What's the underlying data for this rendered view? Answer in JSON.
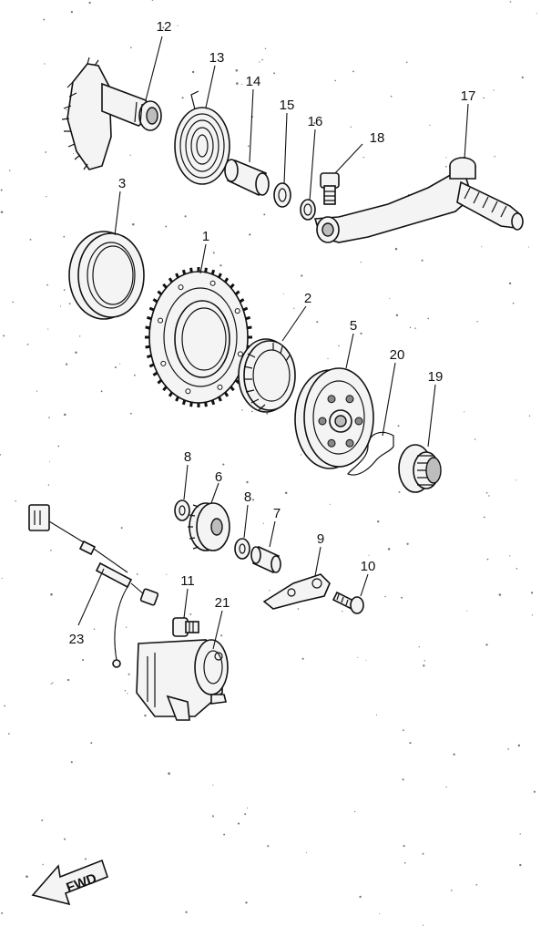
{
  "diagram": {
    "callouts": [
      {
        "id": "c12",
        "text": "12"
      },
      {
        "id": "c13",
        "text": "13"
      },
      {
        "id": "c14",
        "text": "14"
      },
      {
        "id": "c15",
        "text": "15"
      },
      {
        "id": "c16",
        "text": "16"
      },
      {
        "id": "c18",
        "text": "18"
      },
      {
        "id": "c17",
        "text": "17"
      },
      {
        "id": "c3",
        "text": "3"
      },
      {
        "id": "c1",
        "text": "1"
      },
      {
        "id": "c2",
        "text": "2"
      },
      {
        "id": "c5",
        "text": "5"
      },
      {
        "id": "c20",
        "text": "20"
      },
      {
        "id": "c19",
        "text": "19"
      },
      {
        "id": "c8a",
        "text": "8"
      },
      {
        "id": "c6",
        "text": "6"
      },
      {
        "id": "c8b",
        "text": "8"
      },
      {
        "id": "c7",
        "text": "7"
      },
      {
        "id": "c9",
        "text": "9"
      },
      {
        "id": "c10",
        "text": "10"
      },
      {
        "id": "c11",
        "text": "11"
      },
      {
        "id": "c21",
        "text": "21"
      },
      {
        "id": "c23",
        "text": "23"
      }
    ],
    "fwd_arrow": {
      "label": "FWD"
    }
  }
}
